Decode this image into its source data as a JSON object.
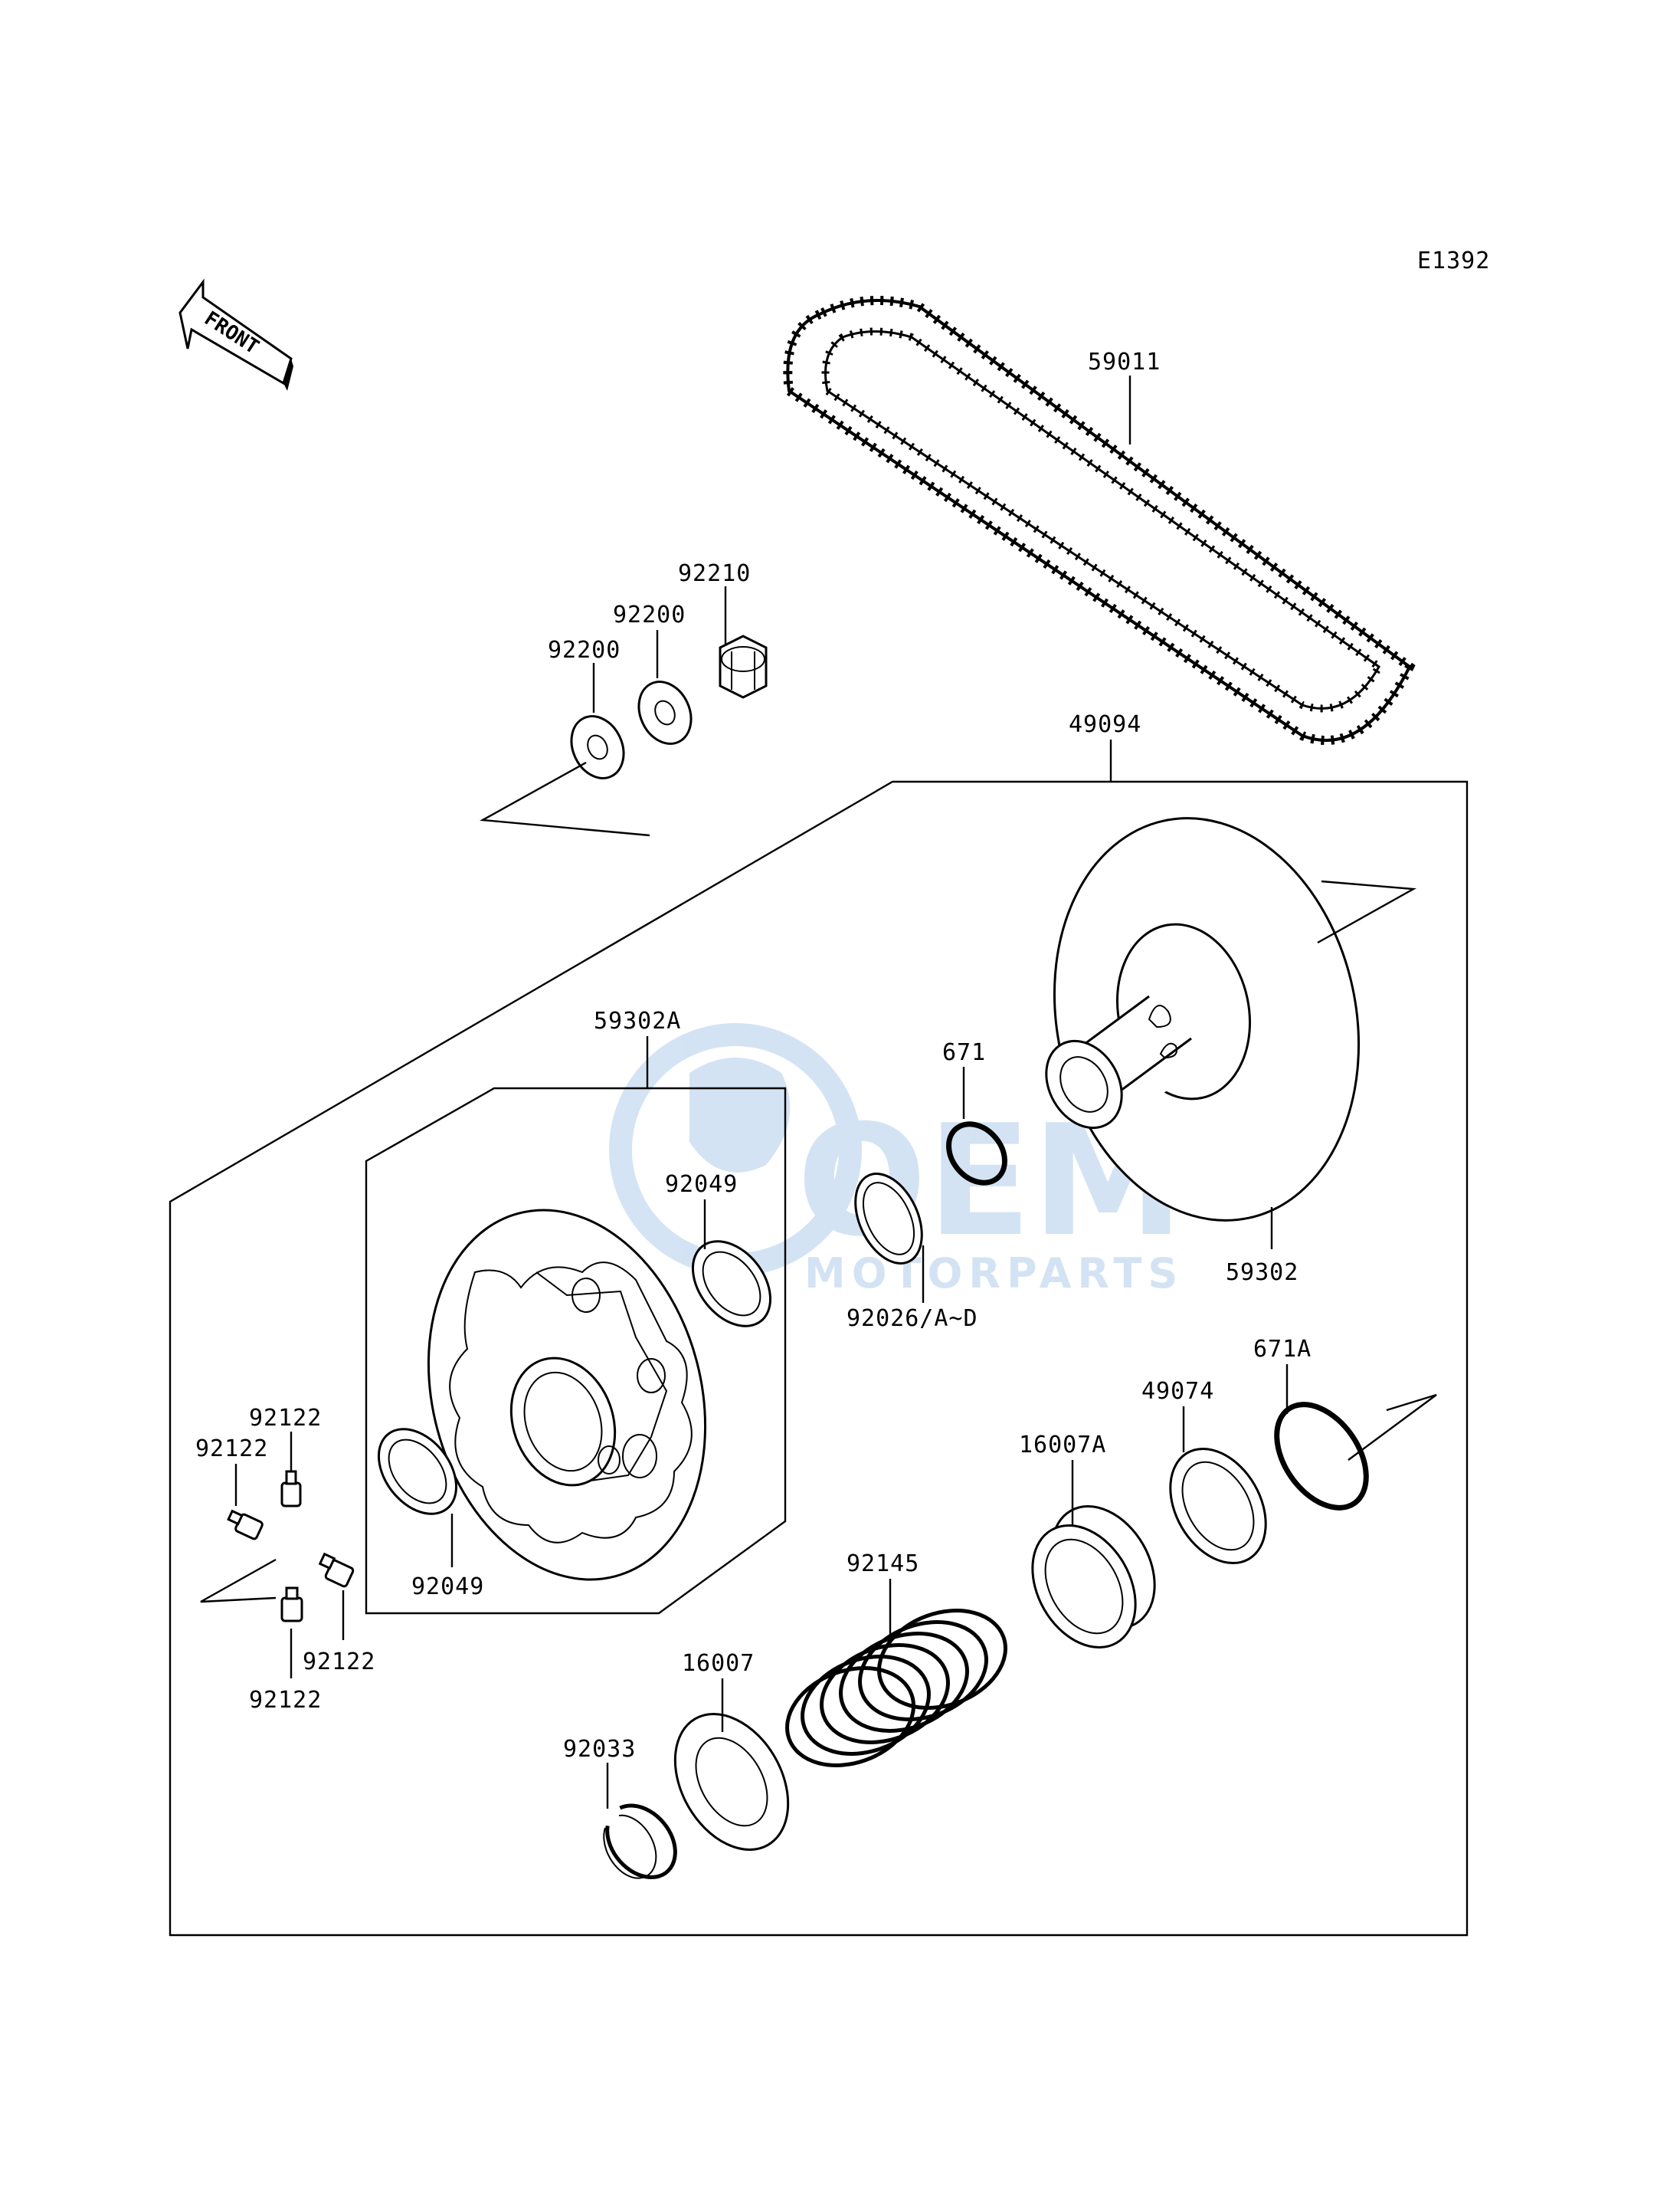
{
  "diagram_code": "E1392",
  "front_label": "FRONT",
  "watermark": {
    "brand": "OEM",
    "tagline": "MOTORPARTS",
    "color": "#9fc3e6"
  },
  "parts": {
    "belt": "59011",
    "nut": "92210",
    "washer_a": "92200",
    "washer_b": "92200",
    "driven_assy": "49094",
    "sheave_assy": "59302A",
    "fixed_sheave": "59302",
    "oring": "671",
    "shim": "92026/A~D",
    "bearing_top": "92049",
    "bearing_bottom": "92049",
    "grease_1": "92122",
    "grease_2": "92122",
    "grease_3": "92122",
    "grease_4": "92122",
    "spring": "92145",
    "cam": "16007A",
    "spring_seat": "16007",
    "circlip": "92033",
    "ring_49074": "49074",
    "oring_large": "671A"
  }
}
